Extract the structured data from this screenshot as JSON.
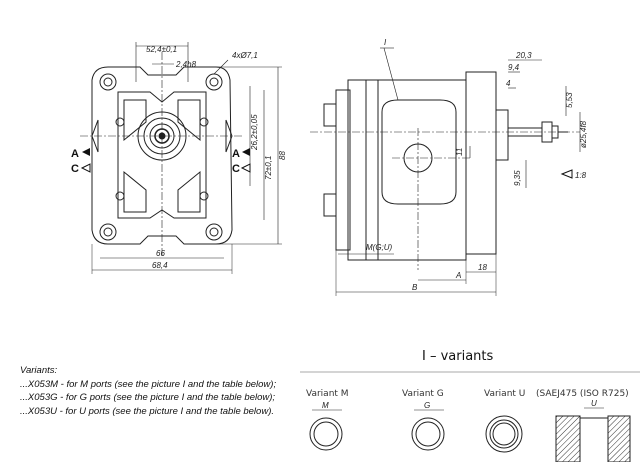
{
  "front_view": {
    "dim_top": "52,4±0,1",
    "dim_shaft": "2,4h8",
    "dim_holes": "4xØ7,1",
    "dim_vert1": "26,2±0,05",
    "dim_vert2": "72±0,1",
    "dim_vert3": "88",
    "dim_bottom1": "66",
    "dim_bottom2": "68,4",
    "port_a_left": "A",
    "port_c_left": "C",
    "port_a_right": "A",
    "port_c_right": "C"
  },
  "side_view": {
    "label_i": "I",
    "dim_20_3": "20,3",
    "dim_9_4": "9,4",
    "dim_4": "4",
    "dim_5_53": "5,53",
    "dim_25_4": "ø25,4f8",
    "dim_11": "11",
    "dim_9_35": "9,35",
    "taper": "1:8",
    "port_label": "M(G;U)",
    "dim_a": "A",
    "dim_18": "18",
    "dim_b": "B"
  },
  "variants_notes": {
    "heading": "Variants:",
    "lines": [
      "...X053M  - for M ports (see the picture I and the table below);",
      "...X053G  - for G ports (see the picture I and the table below);",
      "...X053U  - for U ports (see the picture I and the table below)."
    ]
  },
  "variants_panel": {
    "title": "I  –  variants",
    "variant_m": "Variant M",
    "variant_g": "Variant G",
    "variant_u": "Variant U",
    "sae": "(SAEJ475 (ISO R725)",
    "m": "M",
    "g": "G",
    "u": "U"
  }
}
